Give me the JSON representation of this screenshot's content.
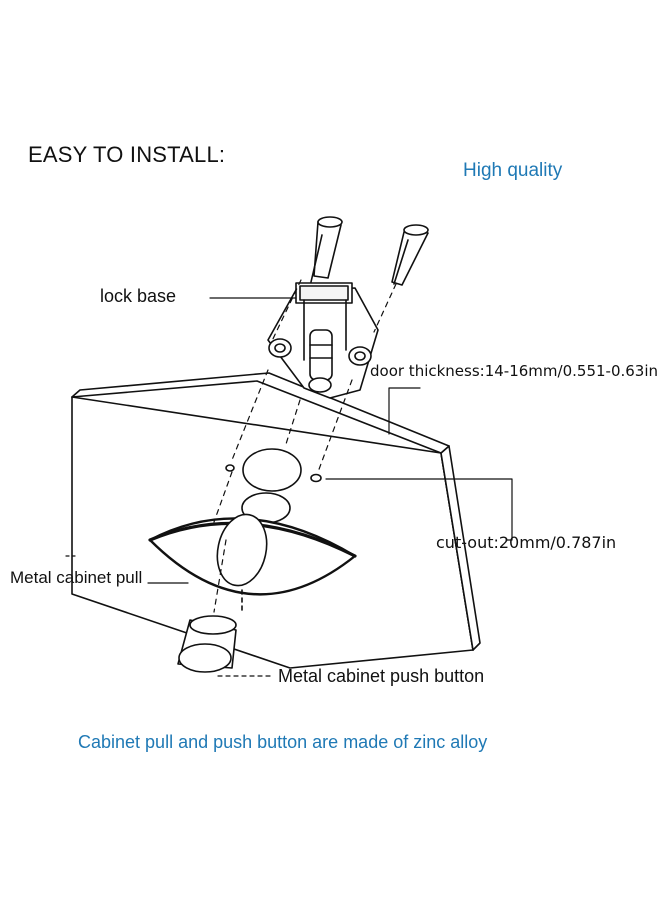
{
  "header": {
    "title": "EASY TO INSTALL:",
    "quality": "High quality"
  },
  "labels": {
    "lock_base": "lock base",
    "door_thickness": "door thickness:14-16mm/0.551-0.63in",
    "cut_out": "cut-out:20mm/0.787in",
    "cabinet_pull": "Metal cabinet pull",
    "push_button": "Metal cabinet push button"
  },
  "footer": {
    "note": "Cabinet pull and push button  are made of zinc alloy"
  },
  "colors": {
    "accent": "#1f79b5",
    "line": "#111111"
  }
}
